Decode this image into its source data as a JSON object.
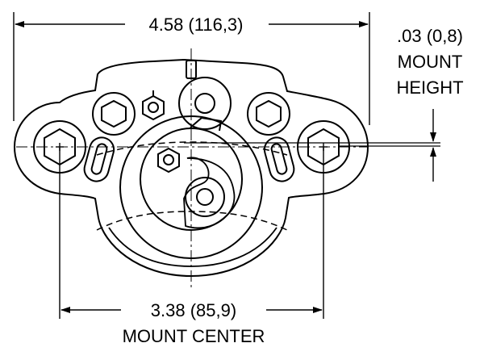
{
  "dimensions": {
    "overall_width": "4.58 (116,3)",
    "mount_height_value": ".03 (0,8)",
    "mount_height_label_1": "MOUNT",
    "mount_height_label_2": "HEIGHT",
    "mount_center_value": "3.38 (85,9)",
    "mount_center_label": "MOUNT CENTER"
  },
  "colors": {
    "line": "#000000",
    "background": "#ffffff"
  }
}
